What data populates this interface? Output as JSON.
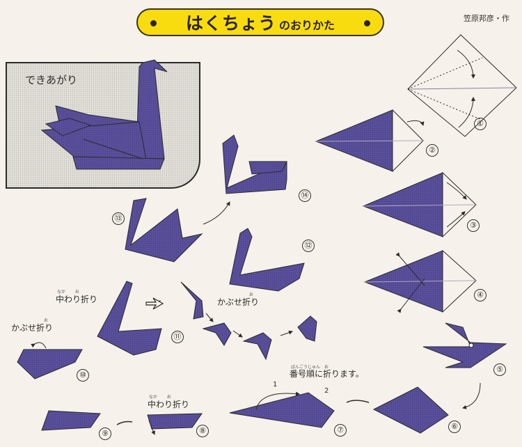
{
  "header": {
    "title_main": "はくちょう",
    "title_sub": "のおりかた",
    "author": "笠原邦彦・作"
  },
  "finished": {
    "label": "できあがり"
  },
  "steps": [
    {
      "num": "①"
    },
    {
      "num": "②"
    },
    {
      "num": "③"
    },
    {
      "num": "④"
    },
    {
      "num": "⑤"
    },
    {
      "num": "⑥"
    },
    {
      "num": "⑦"
    },
    {
      "num": "⑧"
    },
    {
      "num": "⑨"
    },
    {
      "num": "⑩"
    },
    {
      "num": "⑪"
    },
    {
      "num": "⑫"
    },
    {
      "num": "⑬"
    },
    {
      "num": "⑭"
    }
  ],
  "annotations": {
    "inside_reverse_fold_1": "中わり折り",
    "inside_reverse_fold_1_ruby": "なか　　 お",
    "outside_reverse_fold_10": "かぶせ折り",
    "outside_reverse_fold_10_ruby": "お",
    "outside_reverse_fold_head": "かぶせ折り",
    "outside_reverse_fold_head_ruby": "お",
    "inside_reverse_fold_8": "中わり折り",
    "inside_reverse_fold_8_ruby": "なか　　 お",
    "fold_in_order": "番号順に折ります。",
    "fold_in_order_ruby": "ばんごうじゅん　お",
    "order_1": "1",
    "order_2": "2"
  },
  "colors": {
    "paper": "#5a4f9a",
    "paper_dark": "#3f3678",
    "banner": "#f8dc10",
    "background": "#f6f1ea",
    "line": "#2a2a2a"
  }
}
